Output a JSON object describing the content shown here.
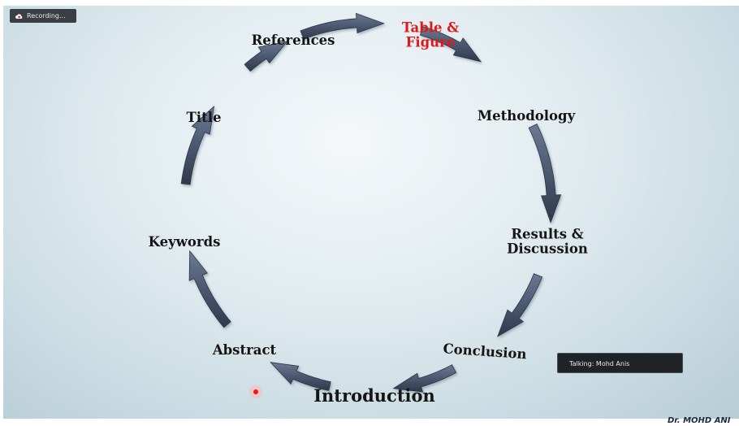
{
  "recording": {
    "label": "Recording...",
    "icon": "cloud-record-icon"
  },
  "talking": {
    "label": "Talking: Mohd Anis"
  },
  "signature": {
    "text": "Dr. MOHD ANI"
  },
  "cycle": {
    "references": "References",
    "table_figure_line1": "Table &",
    "table_figure_line2": "Figure",
    "methodology": "Methodology",
    "results_line1": "Results &",
    "results_line2": "Discussion",
    "conclusion": "Conclusion",
    "introduction": "Introduction",
    "abstract": "Abstract",
    "keywords": "Keywords",
    "title": "Title"
  },
  "colors": {
    "highlight_label": "#e01818",
    "arrow_fill": "#4d5b72",
    "arrow_edge": "#2c3444",
    "talking_bg": "#1f2226",
    "recording_bg": "#3b3f45"
  }
}
